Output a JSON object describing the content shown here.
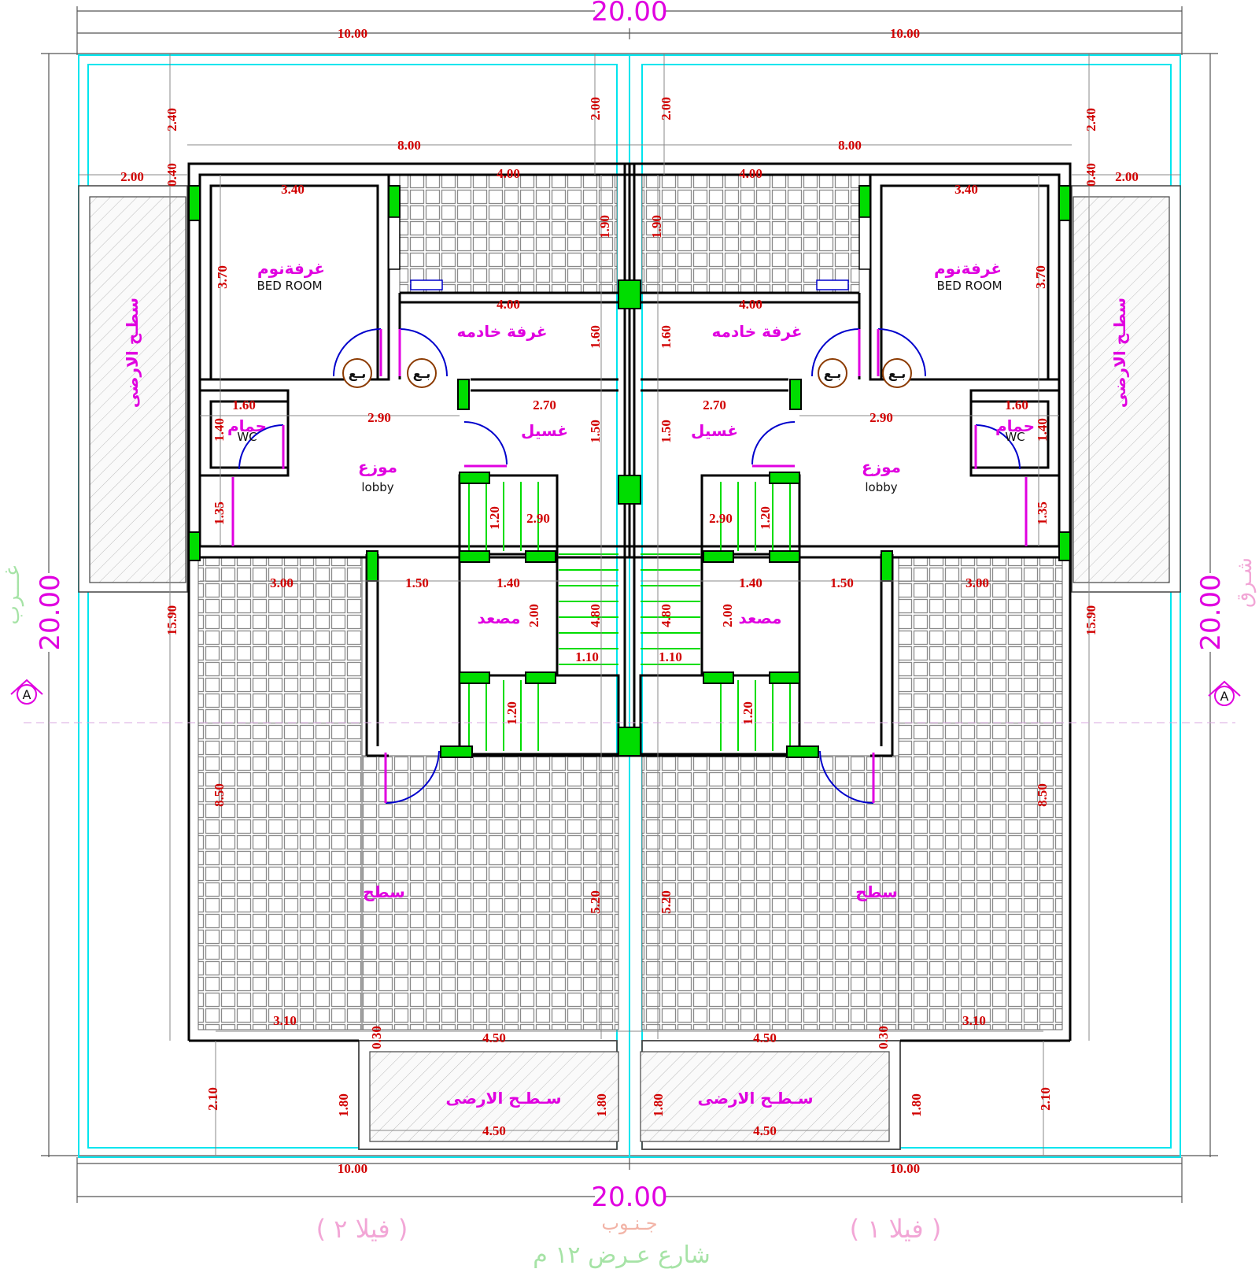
{
  "colors": {
    "wall": "#000000",
    "green": "#00dd00",
    "cyan": "#00e5ee",
    "magenta": "#e000e0",
    "dimension": "#d10000",
    "door": "#0000cc",
    "grid": "#8a8a8a"
  },
  "overall": {
    "top": "20.00",
    "bottom": "20.00",
    "left": "20.00",
    "right": "20.00"
  },
  "dims": {
    "half_top_left": "10.00",
    "half_top_right": "10.00",
    "half_bottom_left": "10.00",
    "half_bottom_right": "10.00",
    "d800_l": "8.00",
    "d800_r": "8.00",
    "d400_l": "4.00",
    "d400_r": "4.00",
    "d340_l": "3.40",
    "d340_r": "3.40",
    "d200_l": "2.00",
    "d200_r": "2.00",
    "d040_l": "0.40",
    "d040_r": "0.40",
    "d240_l": "2.40",
    "d240_r": "2.40",
    "d200v_l": "2.00",
    "d200v_r": "2.00",
    "d370_l": "3.70",
    "d370_r": "3.70",
    "d190_l": "1.90",
    "d190_r": "1.90",
    "d400b_l": "4.00",
    "d400b_r": "4.00",
    "d160v_l": "1.60",
    "d160v_r": "1.60",
    "d160_l": "1.60",
    "d160_r": "1.60",
    "d290_l": "2.90",
    "d290_r": "2.90",
    "d270_l": "2.70",
    "d270_r": "2.70",
    "d150v_l": "1.50",
    "d150v_r": "1.50",
    "d140v_l": "1.40",
    "d140v_r": "1.40",
    "d135_l": "1.35",
    "d135_r": "1.35",
    "d120a_l": "1.20",
    "d120a_r": "1.20",
    "d290s_l": "2.90",
    "d290s_r": "2.90",
    "d300_l": "3.00",
    "d300_r": "3.00",
    "d150_l": "1.50",
    "d150_r": "1.50",
    "d140_l": "1.40",
    "d140_r": "1.40",
    "d200e_l": "2.00",
    "d200e_r": "2.00",
    "d480_l": "4.80",
    "d480_r": "4.80",
    "d110_l": "1.10",
    "d110_r": "1.10",
    "d120b_l": "1.20",
    "d120b_r": "1.20",
    "d1590_l": "15.90",
    "d1590_r": "15.90",
    "d850_l": "8.50",
    "d850_r": "8.50",
    "d520_l": "5.20",
    "d520_r": "5.20",
    "d310_l": "3.10",
    "d310_r": "3.10",
    "d030_l": "0.30",
    "d030_r": "0.30",
    "d450_l": "4.50",
    "d450_r": "4.50",
    "d180a_l": "1.80",
    "d180a_r": "1.80",
    "d180b_l": "1.80",
    "d180b_r": "1.80",
    "d210_l": "2.10",
    "d210_r": "2.10",
    "d450b_l": "4.50",
    "d450b_r": "4.50"
  },
  "rooms": {
    "bedroom_ar": "غرفةنوم",
    "bedroom_en": "BED ROOM",
    "maid_ar": "غرفة خادمه",
    "laundry_ar": "غسيل",
    "lobby_ar": "موزع",
    "lobby_en": "lobby",
    "wc_ar": "حمام",
    "wc_en": "WC",
    "elevator_ar": "مصعد",
    "roof_ar": "سطح",
    "ground_roof_side_ar": "سطـح الارضى",
    "ground_roof_front_ar": "سـطـح الارضى",
    "duct": "بـع"
  },
  "bottom": {
    "villa2": "( فيلا ٢ )",
    "villa1": "( فيلا ١ )",
    "south": "جـنـوب",
    "street": "شارع عـرض ١٢ م"
  },
  "sides": {
    "west": "غـــرب",
    "east": "شـرق"
  },
  "markers": {
    "section": "A"
  }
}
